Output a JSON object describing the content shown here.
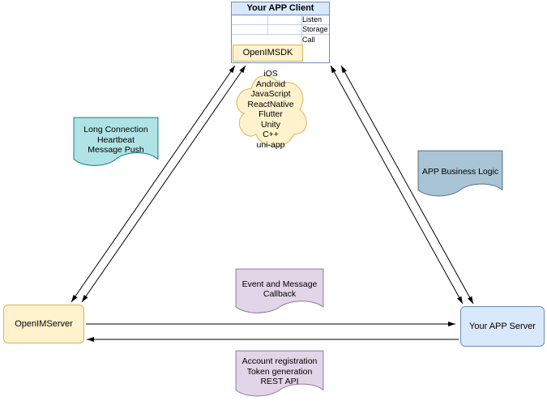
{
  "client": {
    "title": "Your APP Client",
    "interfaces": [
      "Listen",
      "Storage",
      "Call"
    ],
    "sdk": "OpenIMSDK"
  },
  "cloud_platforms": [
    "iOS",
    "Android",
    "JavaScript",
    "ReactNative",
    "Flutter",
    "Unity",
    "C++",
    "uni-app"
  ],
  "notes": {
    "long_connection": "Long Connection\nHeartbeat\nMessage Push",
    "app_business_logic": "APP Business Logic",
    "event_callback": "Event and Message\nCallback",
    "account_registration": "Account registration\nToken generation\nREST API"
  },
  "nodes": {
    "openim_server": "OpenIMServer",
    "app_server": "Your APP Server"
  },
  "colors": {
    "blue_fill": "#dae8fc",
    "blue_stroke": "#6c8ebf",
    "yellow_fill": "#fff2cc",
    "yellow_stroke": "#d6b656",
    "teal_fill": "#b0e3e6",
    "teal_stroke": "#0e8088",
    "gray_fill": "#a9c4d4",
    "gray_stroke": "#54707f",
    "purple_fill": "#e1d5e7",
    "purple_stroke": "#9673a6",
    "connector": "#000000"
  }
}
